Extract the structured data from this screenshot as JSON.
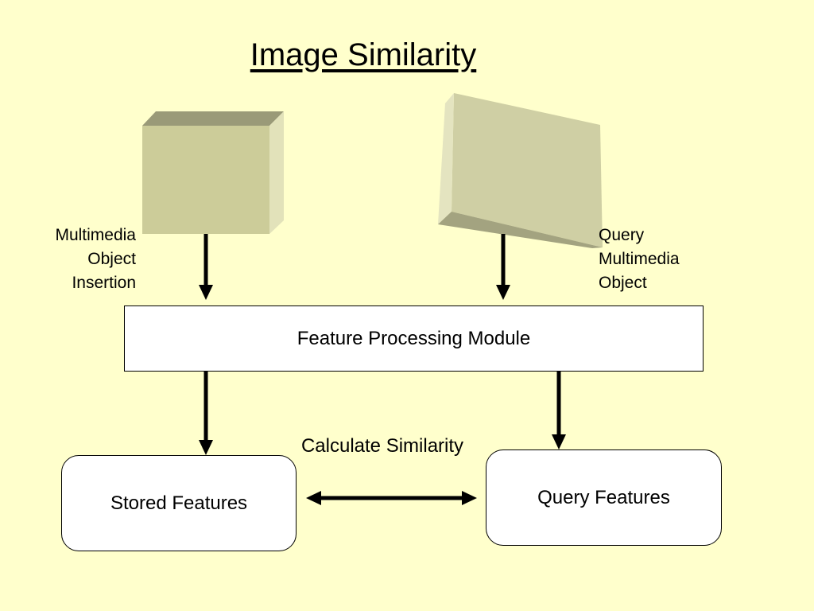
{
  "slide": {
    "title": "Image Similarity",
    "insertion_label": [
      "Multimedia",
      "Object",
      "Insertion"
    ],
    "query_label": [
      "Query",
      "Multimedia",
      "Object"
    ],
    "module_label": "Feature Processing Module",
    "calculate_label": "Calculate Similarity",
    "stored_label": "Stored Features",
    "query_features_label": "Query Features"
  },
  "colors": {
    "background": "#ffffcc",
    "cube_front": "#cccc99",
    "cube_top": "#9a9a78",
    "cube_side": "#e0e0b8",
    "slab_front": "#cfcfa4",
    "slab_bottom": "#a3a380",
    "slab_side": "#e4e4c0"
  }
}
